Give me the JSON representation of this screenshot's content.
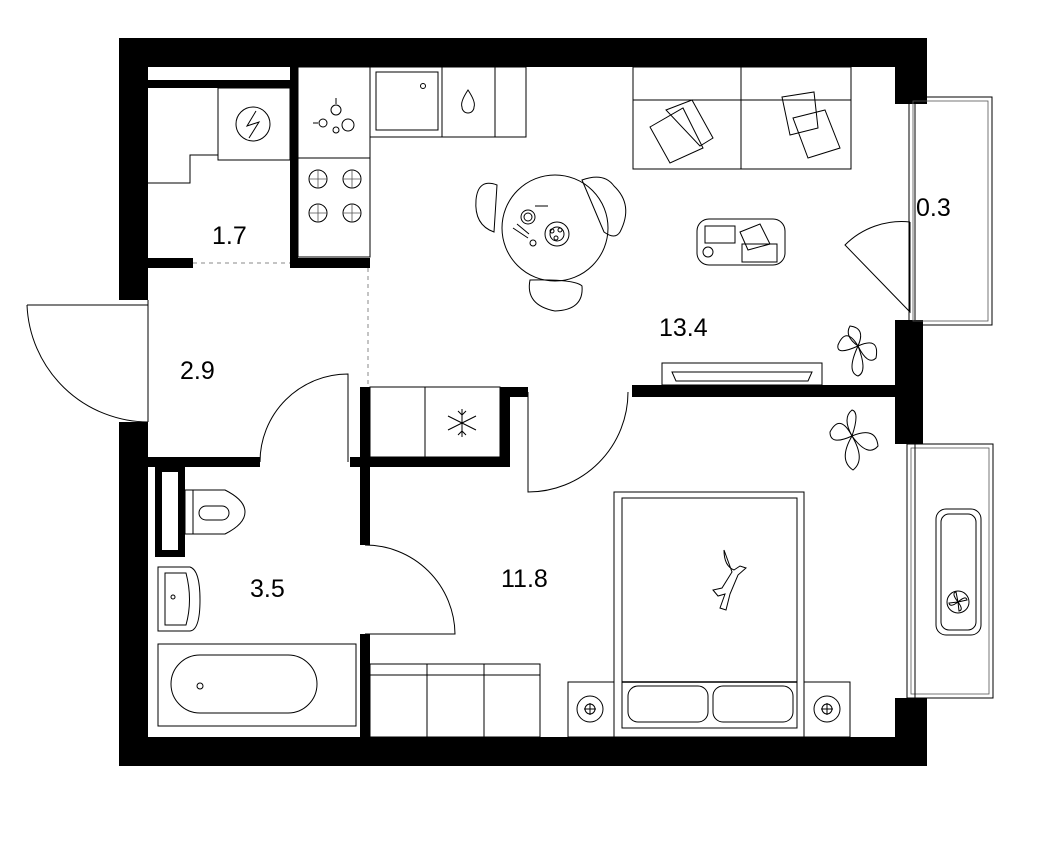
{
  "rooms": [
    {
      "id": "utility",
      "area": "1.7"
    },
    {
      "id": "hall",
      "area": "2.9"
    },
    {
      "id": "bathroom",
      "area": "3.5"
    },
    {
      "id": "bedroom",
      "area": "11.8"
    },
    {
      "id": "kitchen_living",
      "area": "13.4"
    },
    {
      "id": "balcony",
      "area": "0.3"
    }
  ],
  "icons": {
    "washer": "lightning-icon",
    "hob": "stove-burner-icon",
    "sink": "water-drop-icon",
    "freezer": "snowflake-icon",
    "ventilation": "fan-icon",
    "outlet": "socket-icon",
    "pet": "cat-icon",
    "plant": "plant-icon"
  }
}
